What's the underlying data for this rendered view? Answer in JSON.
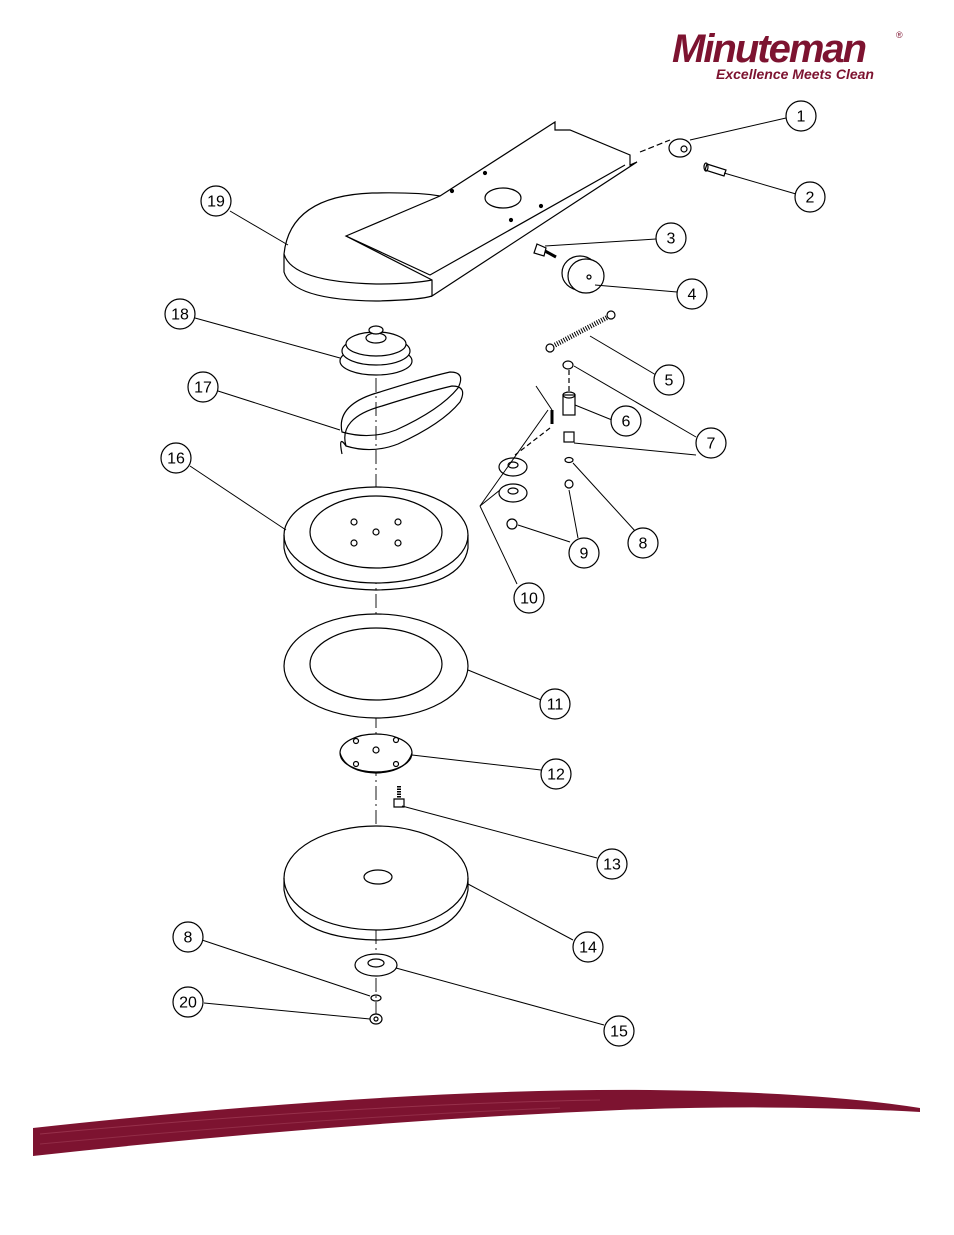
{
  "brand": {
    "name": "Minuteman",
    "registered": "®",
    "tagline": "Excellence Meets Clean",
    "color": "#7d1330"
  },
  "callouts": {
    "c1": "1",
    "c2": "2",
    "c3": "3",
    "c4": "4",
    "c5": "5",
    "c6": "6",
    "c7": "7",
    "c8": "8",
    "c8b": "8",
    "c9": "9",
    "c10": "10",
    "c11": "11",
    "c12": "12",
    "c13": "13",
    "c14": "14",
    "c15": "15",
    "c16": "16",
    "c17": "17",
    "c18": "18",
    "c19": "19",
    "c20": "20"
  }
}
